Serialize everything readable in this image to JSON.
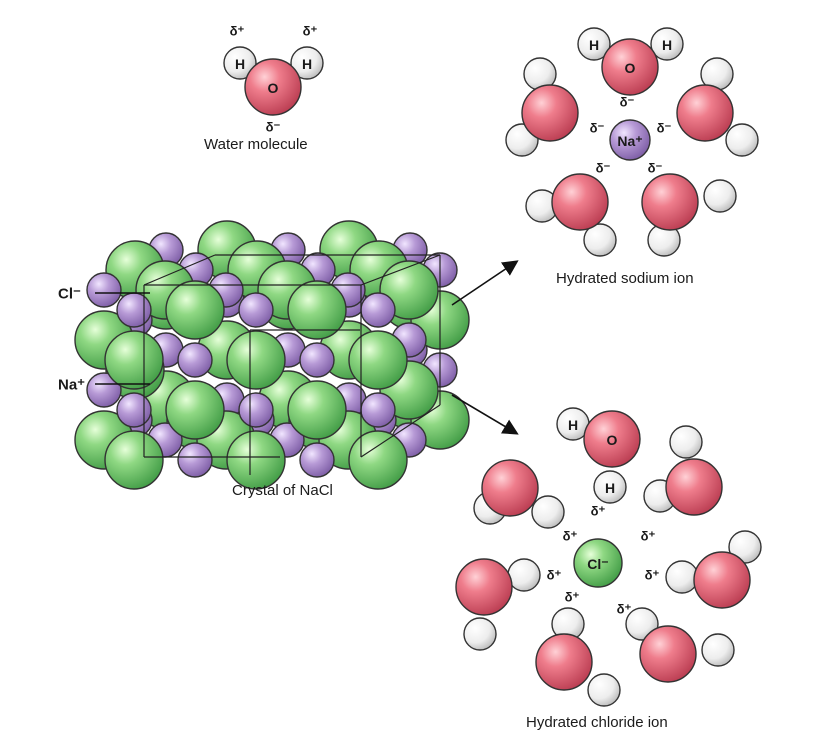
{
  "labels": {
    "water_molecule": "Water molecule",
    "hydrated_sodium": "Hydrated sodium ion",
    "crystal": "Crystal of NaCl",
    "hydrated_chloride": "Hydrated chloride ion",
    "chloride_ion": "Cl⁻",
    "sodium_ion": "Na⁺",
    "hydrogen": "H",
    "oxygen": "O",
    "delta_plus": "δ⁺",
    "delta_minus": "δ⁻"
  },
  "colors": {
    "oxygen": "#e05d6f",
    "hydrogen": "#ececec",
    "chloride": "#6cc466",
    "sodium": "#a889c8",
    "outline": "#333333"
  }
}
